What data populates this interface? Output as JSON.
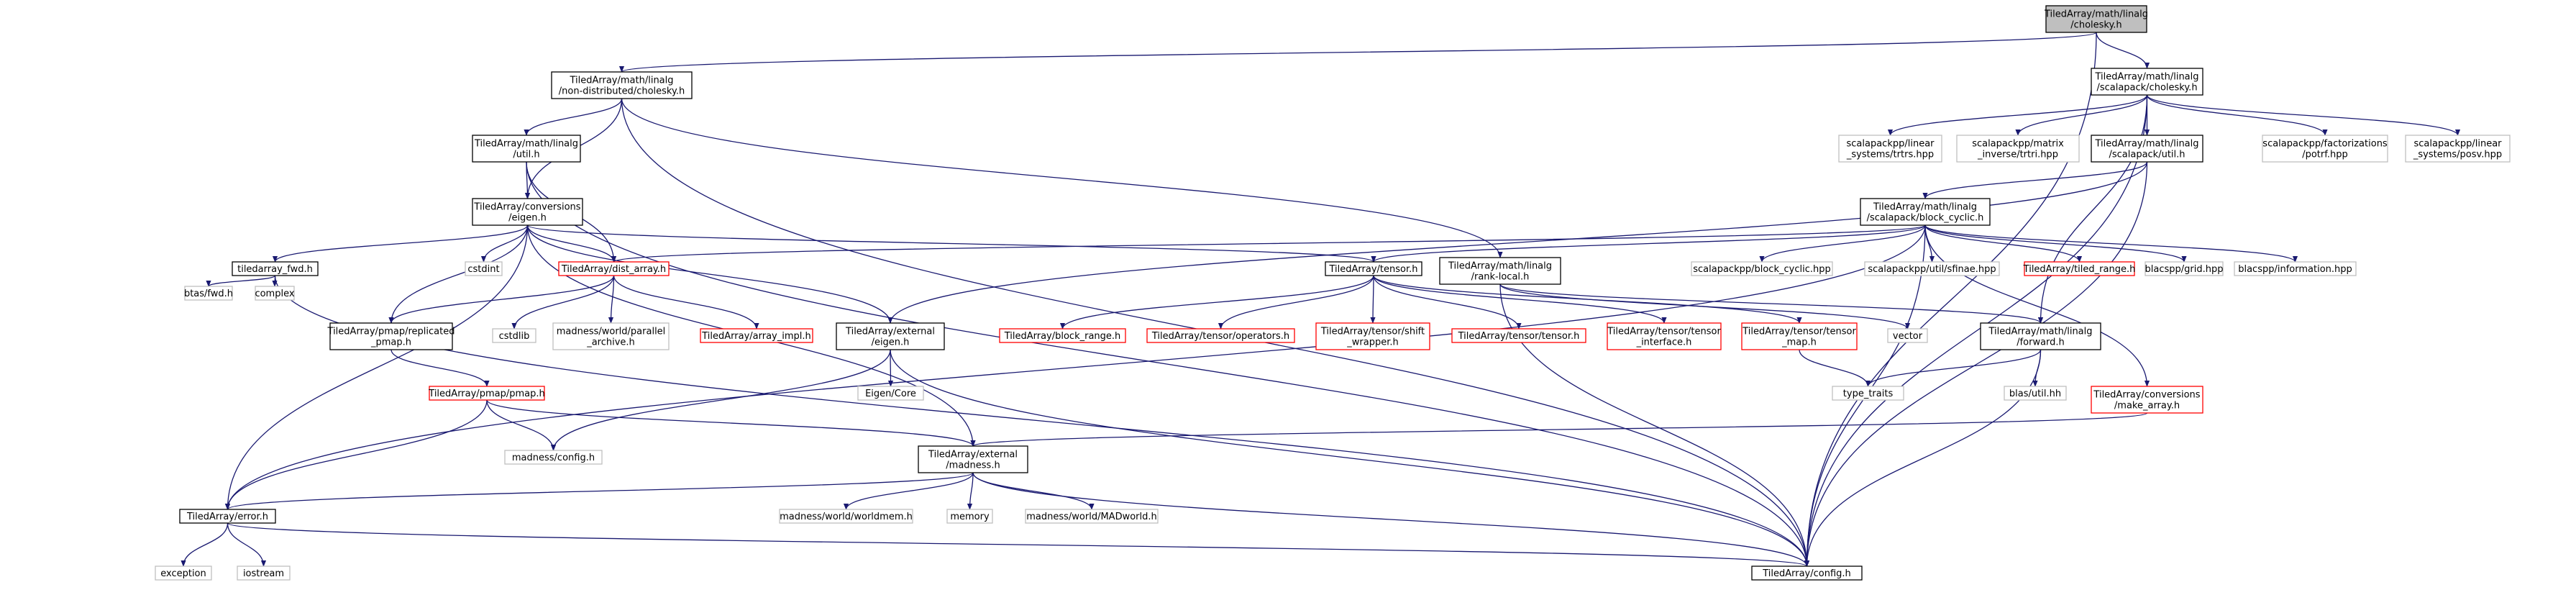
{
  "diagram": {
    "nodes": [
      {
        "id": "cholesky",
        "lines": [
          "TiledArray/math/linalg",
          "/cholesky.h"
        ],
        "style": "root"
      },
      {
        "id": "nd_cholesky",
        "lines": [
          "TiledArray/math/linalg",
          "/non-distributed/cholesky.h"
        ],
        "style": "black"
      },
      {
        "id": "sl_cholesky",
        "lines": [
          "TiledArray/math/linalg",
          "/scalapack/cholesky.h"
        ],
        "style": "black"
      },
      {
        "id": "util",
        "lines": [
          "TiledArray/math/linalg",
          "/util.h"
        ],
        "style": "black"
      },
      {
        "id": "sl_util",
        "lines": [
          "TiledArray/math/linalg",
          "/scalapack/util.h"
        ],
        "style": "black"
      },
      {
        "id": "trtrs",
        "lines": [
          "scalapackpp/linear",
          "_systems/trtrs.hpp"
        ],
        "style": "grey"
      },
      {
        "id": "trtri",
        "lines": [
          "scalapackpp/matrix",
          "_inverse/trtri.hpp"
        ],
        "style": "grey"
      },
      {
        "id": "potrf",
        "lines": [
          "scalapackpp/factorizations",
          "/potrf.hpp"
        ],
        "style": "grey"
      },
      {
        "id": "posv",
        "lines": [
          "scalapackpp/linear",
          "_systems/posv.hpp"
        ],
        "style": "grey"
      },
      {
        "id": "conv_eigen",
        "lines": [
          "TiledArray/conversions",
          "/eigen.h"
        ],
        "style": "black"
      },
      {
        "id": "block_cyclic",
        "lines": [
          "TiledArray/math/linalg",
          "/scalapack/block_cyclic.h"
        ],
        "style": "black"
      },
      {
        "id": "fwd",
        "lines": [
          "tiledarray_fwd.h"
        ],
        "style": "black"
      },
      {
        "id": "cstdint",
        "lines": [
          "cstdint"
        ],
        "style": "grey"
      },
      {
        "id": "dist_array",
        "lines": [
          "TiledArray/dist_array.h"
        ],
        "style": "red"
      },
      {
        "id": "tensor",
        "lines": [
          "TiledArray/tensor.h"
        ],
        "style": "black"
      },
      {
        "id": "rank_local",
        "lines": [
          "TiledArray/math/linalg",
          "/rank-local.h"
        ],
        "style": "black"
      },
      {
        "id": "spp_block_cyclic",
        "lines": [
          "scalapackpp/block_cyclic.hpp"
        ],
        "style": "grey"
      },
      {
        "id": "sfinae",
        "lines": [
          "scalapackpp/util/sfinae.hpp"
        ],
        "style": "grey"
      },
      {
        "id": "tiled_range",
        "lines": [
          "TiledArray/tiled_range.h"
        ],
        "style": "red"
      },
      {
        "id": "grid",
        "lines": [
          "blacspp/grid.hpp"
        ],
        "style": "grey"
      },
      {
        "id": "information",
        "lines": [
          "blacspp/information.hpp"
        ],
        "style": "grey"
      },
      {
        "id": "btas_fwd",
        "lines": [
          "btas/fwd.h"
        ],
        "style": "grey"
      },
      {
        "id": "complex",
        "lines": [
          "complex"
        ],
        "style": "grey"
      },
      {
        "id": "replicated_pmap",
        "lines": [
          "TiledArray/pmap/replicated",
          "_pmap.h"
        ],
        "style": "black"
      },
      {
        "id": "cstdlib",
        "lines": [
          "cstdlib"
        ],
        "style": "grey"
      },
      {
        "id": "parallel_archive",
        "lines": [
          "madness/world/parallel",
          "_archive.h"
        ],
        "style": "grey"
      },
      {
        "id": "array_impl",
        "lines": [
          "TiledArray/array_impl.h"
        ],
        "style": "red"
      },
      {
        "id": "ext_eigen",
        "lines": [
          "TiledArray/external",
          "/eigen.h"
        ],
        "style": "black"
      },
      {
        "id": "block_range",
        "lines": [
          "TiledArray/block_range.h"
        ],
        "style": "red"
      },
      {
        "id": "operators",
        "lines": [
          "TiledArray/tensor/operators.h"
        ],
        "style": "red"
      },
      {
        "id": "shift_wrapper",
        "lines": [
          "TiledArray/tensor/shift",
          "_wrapper.h"
        ],
        "style": "red"
      },
      {
        "id": "tensor_tensor",
        "lines": [
          "TiledArray/tensor/tensor.h"
        ],
        "style": "red"
      },
      {
        "id": "tensor_interface",
        "lines": [
          "TiledArray/tensor/tensor",
          "_interface.h"
        ],
        "style": "red"
      },
      {
        "id": "tensor_map",
        "lines": [
          "TiledArray/tensor/tensor",
          "_map.h"
        ],
        "style": "red"
      },
      {
        "id": "vector",
        "lines": [
          "vector"
        ],
        "style": "grey"
      },
      {
        "id": "forward",
        "lines": [
          "TiledArray/math/linalg",
          "/forward.h"
        ],
        "style": "black"
      },
      {
        "id": "make_array",
        "lines": [
          "TiledArray/conversions",
          "/make_array.h"
        ],
        "style": "red"
      },
      {
        "id": "pmap",
        "lines": [
          "TiledArray/pmap/pmap.h"
        ],
        "style": "red"
      },
      {
        "id": "eigen_core",
        "lines": [
          "Eigen/Core"
        ],
        "style": "grey"
      },
      {
        "id": "type_traits",
        "lines": [
          "type_traits"
        ],
        "style": "grey"
      },
      {
        "id": "blas_util",
        "lines": [
          "blas/util.hh"
        ],
        "style": "grey"
      },
      {
        "id": "madness_config",
        "lines": [
          "madness/config.h"
        ],
        "style": "grey"
      },
      {
        "id": "ext_madness",
        "lines": [
          "TiledArray/external",
          "/madness.h"
        ],
        "style": "black"
      },
      {
        "id": "error",
        "lines": [
          "TiledArray/error.h"
        ],
        "style": "black"
      },
      {
        "id": "worldmem",
        "lines": [
          "madness/world/worldmem.h"
        ],
        "style": "grey"
      },
      {
        "id": "memory",
        "lines": [
          "memory"
        ],
        "style": "grey"
      },
      {
        "id": "madworld",
        "lines": [
          "madness/world/MADworld.h"
        ],
        "style": "grey"
      },
      {
        "id": "exception",
        "lines": [
          "exception"
        ],
        "style": "grey"
      },
      {
        "id": "iostream",
        "lines": [
          "iostream"
        ],
        "style": "grey"
      },
      {
        "id": "config",
        "lines": [
          "TiledArray/config.h"
        ],
        "style": "black"
      }
    ],
    "colors": {
      "edge": "#191970",
      "root_fill": "#bfbfbf",
      "black_border": "#000000",
      "grey_border": "#bfbfbf",
      "red_border": "#ff0000",
      "text": "#000000"
    }
  }
}
